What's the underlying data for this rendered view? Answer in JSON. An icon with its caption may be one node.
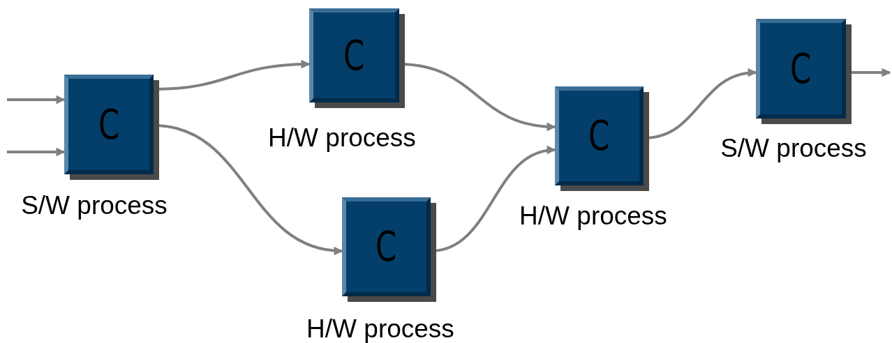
{
  "diagram": {
    "nodes": [
      {
        "text": [
          "C"
        ],
        "beside": [
          "S/W process"
        ]
      },
      {
        "text": [
          "C"
        ],
        "beside": [
          "H/W process"
        ]
      },
      {
        "text": [
          "C"
        ],
        "beside": [
          "H/W process"
        ]
      },
      {
        "text": [
          "C"
        ],
        "beside": [
          "H/W process"
        ]
      },
      {
        "text": [
          "C"
        ],
        "beside": [
          "S/W process"
        ]
      }
    ],
    "edges": [
      {
        "from": null,
        "to": 0,
        "arrow": "to"
      },
      {
        "from": null,
        "to": 0,
        "arrow": "to"
      },
      {
        "from": 0,
        "to": 1,
        "arrow": "to"
      },
      {
        "from": 0,
        "to": 2,
        "arrow": "to"
      },
      {
        "from": 1,
        "to": 3,
        "arrow": "to"
      },
      {
        "from": 2,
        "to": 3,
        "arrow": "to"
      },
      {
        "from": 3,
        "to": 4,
        "arrow": "to"
      },
      {
        "from": 4,
        "to": null,
        "arrow": "to"
      }
    ]
  }
}
